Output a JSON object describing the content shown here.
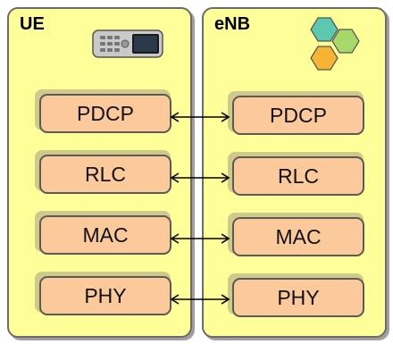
{
  "ue": {
    "title": "UE",
    "layers": [
      "PDCP",
      "RLC",
      "MAC",
      "PHY"
    ]
  },
  "enb": {
    "title": "eNB",
    "layers": [
      "PDCP",
      "RLC",
      "MAC",
      "PHY"
    ]
  },
  "icons": {
    "ue_icon": "mobile-phone-icon",
    "enb_icon": "hexagon-cluster-icon"
  },
  "colors": {
    "panel_fill": "#ffff99",
    "layer_fill": "#fbc99a",
    "hex_teal": "#5cc8b0",
    "hex_green": "#a6d96a",
    "hex_orange": "#f5b434"
  }
}
